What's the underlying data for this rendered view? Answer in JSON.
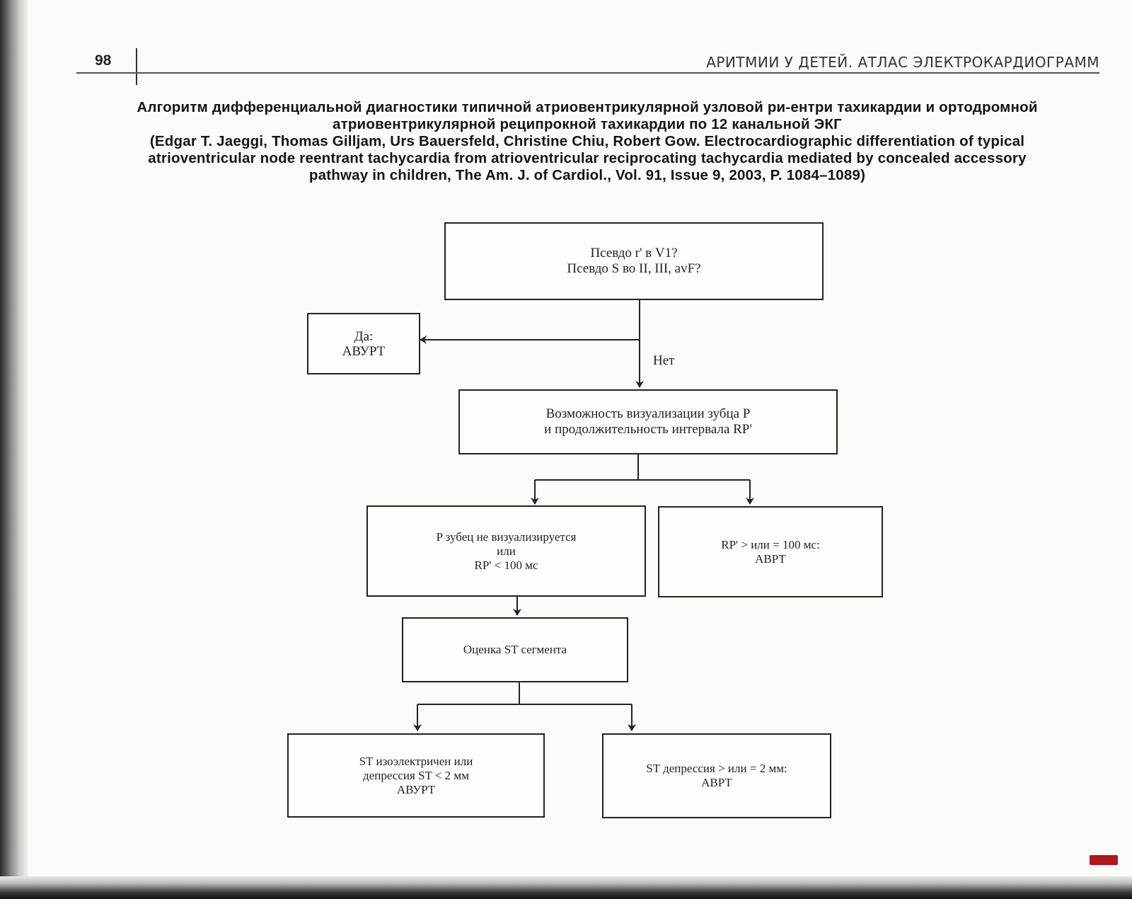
{
  "page": {
    "number": "98",
    "running_title": "АРИТМИИ У ДЕТЕЙ. АТЛАС ЭЛЕКТРОКАРДИОГРАММ"
  },
  "heading": {
    "title_line1": "Алгоритм дифференциальной диагностики типичной атриовентрикулярной узловой ри-ентри тахикардии и ортодромной",
    "title_line2": "атриовентрикулярной реципрокной тахикардии по 12 канальной ЭКГ",
    "citation_line1": "(Edgar T. Jaeggi, Thomas Gilljam, Urs Bauersfeld, Christine Chiu, Robert Gow. Electrocardiographic differentiation of typical",
    "citation_line2": "atrioventricular node reentrant tachycardia from atrioventricular reciprocating tachycardia mediated by concealed  accessory",
    "citation_line3": "pathway in children, The Am. J. of Cardiol., Vol. 91, Issue 9, 2003, P. 1084–1089)"
  },
  "flowchart": {
    "start": {
      "line1": "Псевдо r' в V1?",
      "line2": "Псевдо S во II, III, avF?"
    },
    "yes_result": {
      "line1": "Да:",
      "line2": "АВУРТ"
    },
    "no_label": "Нет",
    "visualization": {
      "line1": "Возможность визуализации зубца P",
      "line2": "и продолжительность интервала RP'"
    },
    "p_not_visible": {
      "line1": "P зубец не визуализируется",
      "line2": "или",
      "line3": "RP' < 100 мс"
    },
    "rp_ge_100": {
      "line1": "RP' > или = 100 мс:",
      "line2": "АВРТ"
    },
    "st_assessment": {
      "line1": "Оценка ST сегмента"
    },
    "st_iso": {
      "line1": "ST изоэлектричен или",
      "line2": "депрессия ST < 2 мм",
      "line3": "АВУРТ"
    },
    "st_depression": {
      "line1": "ST депрессия > или = 2 мм:",
      "line2": "АВРТ"
    }
  },
  "colors": {
    "ink": "#222222",
    "paper": "#fbfbf9"
  }
}
